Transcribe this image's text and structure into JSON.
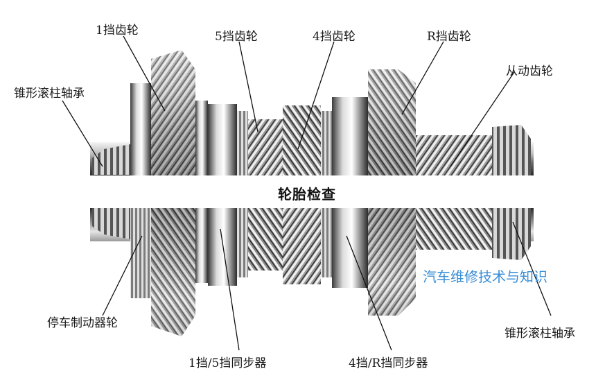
{
  "diagram": {
    "labels": {
      "gear1": "1挡齿轮",
      "gear5": "5挡齿轮",
      "gear4": "4挡齿轮",
      "gearR": "R挡齿轮",
      "driven_gear": "从动齿轮",
      "bearing_left": "锥形滚柱轴承",
      "bearing_right": "锥形滚柱轴承",
      "parking_gear": "停车制动器轮",
      "sync_15": "1挡/5挡同步器",
      "sync_4R": "4挡/R挡同步器"
    },
    "center_title": "轮胎检查",
    "watermark": "汽车维修技术与知识"
  }
}
